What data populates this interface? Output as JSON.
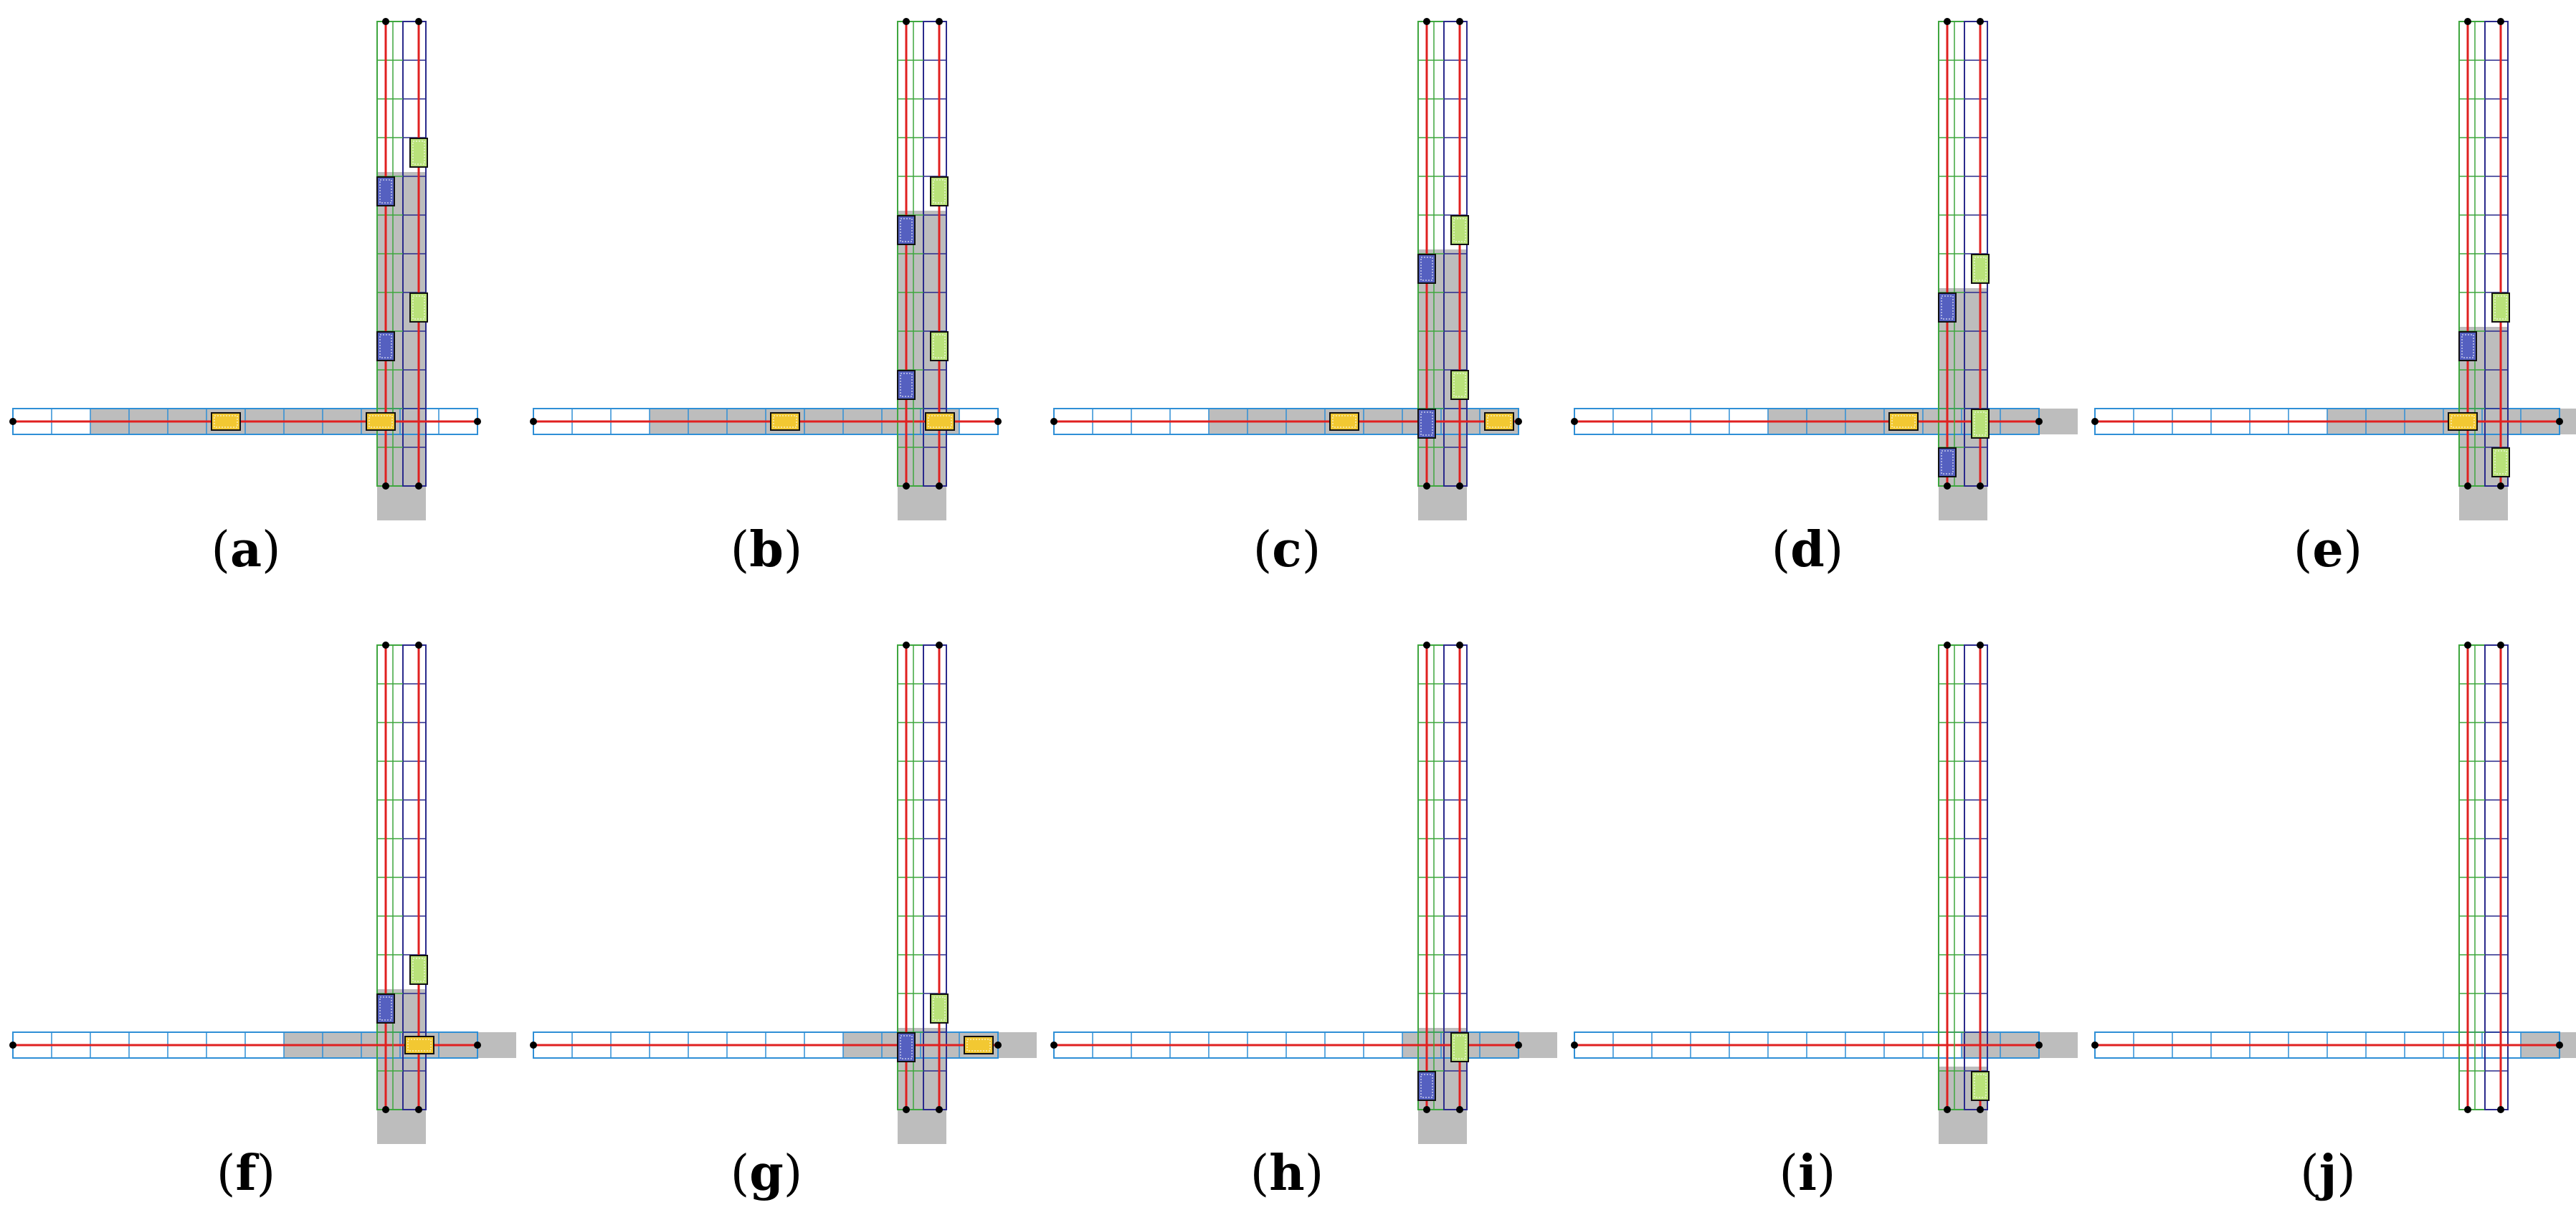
{
  "colors": {
    "horizontal_lane_outline": "#2F8FD6",
    "vertical_lane_left_outline": "#3FA63F",
    "vertical_lane_right_outline": "#2A2A8C",
    "center_line": "#E02020",
    "occupied_cell": "#BDBDBD",
    "vehicle_blue": "#5560C0",
    "vehicle_green": "#B9E27A",
    "vehicle_yellow": "#F2C832",
    "node": "#000000"
  },
  "panels": [
    {
      "id": "a",
      "label": "a",
      "h_occupied": [
        2,
        3,
        4,
        5,
        6,
        7,
        8,
        9
      ],
      "v_occupied": [
        4,
        5,
        6,
        7,
        8,
        9,
        10,
        11,
        12
      ],
      "vehicles": [
        {
          "type": "blue",
          "lane": 0,
          "pos": 4.5
        },
        {
          "type": "blue",
          "lane": 0,
          "pos": 8.5
        },
        {
          "type": "green",
          "lane": 1,
          "pos": 3.5
        },
        {
          "type": "green",
          "lane": 1,
          "pos": 7.5
        },
        {
          "type": "yellow",
          "lane": "h",
          "pos": 5.5
        },
        {
          "type": "yellow",
          "lane": "h",
          "pos": 9.5
        }
      ]
    },
    {
      "id": "b",
      "label": "b",
      "h_occupied": [
        3,
        4,
        5,
        6,
        7,
        8,
        9,
        10
      ],
      "v_occupied": [
        5,
        6,
        7,
        8,
        9,
        10,
        11,
        12
      ],
      "vehicles": [
        {
          "type": "blue",
          "lane": 0,
          "pos": 5.5
        },
        {
          "type": "blue",
          "lane": 0,
          "pos": 9.5
        },
        {
          "type": "green",
          "lane": 1,
          "pos": 4.5
        },
        {
          "type": "green",
          "lane": 1,
          "pos": 8.5
        },
        {
          "type": "yellow",
          "lane": "h",
          "pos": 6.5
        },
        {
          "type": "yellow",
          "lane": "h",
          "pos": 10.5
        }
      ]
    },
    {
      "id": "c",
      "label": "c",
      "h_occupied": [
        4,
        5,
        6,
        7,
        8,
        9,
        10,
        11
      ],
      "v_occupied": [
        6,
        7,
        8,
        9,
        10,
        11,
        12
      ],
      "vehicles": [
        {
          "type": "blue",
          "lane": 0,
          "pos": 6.5
        },
        {
          "type": "blue",
          "lane": 0,
          "pos": 10.5
        },
        {
          "type": "green",
          "lane": 1,
          "pos": 5.5
        },
        {
          "type": "green",
          "lane": 1,
          "pos": 9.5
        },
        {
          "type": "yellow",
          "lane": "h",
          "pos": 7.5
        },
        {
          "type": "yellow",
          "lane": "h",
          "pos": 11.5
        }
      ]
    },
    {
      "id": "d",
      "label": "d",
      "h_occupied": [
        5,
        6,
        7,
        8,
        9,
        10,
        11,
        12
      ],
      "v_occupied": [
        7,
        8,
        9,
        10,
        11,
        12
      ],
      "vehicles": [
        {
          "type": "blue",
          "lane": 0,
          "pos": 7.5
        },
        {
          "type": "blue",
          "lane": 0,
          "pos": 11.5
        },
        {
          "type": "green",
          "lane": 1,
          "pos": 6.5
        },
        {
          "type": "green",
          "lane": 1,
          "pos": 10.5
        },
        {
          "type": "yellow",
          "lane": "h",
          "pos": 8.5
        }
      ]
    },
    {
      "id": "e",
      "label": "e",
      "h_occupied": [
        6,
        7,
        8,
        9,
        10,
        11,
        12
      ],
      "v_occupied": [
        8,
        9,
        10,
        11,
        12
      ],
      "vehicles": [
        {
          "type": "blue",
          "lane": 0,
          "pos": 8.5
        },
        {
          "type": "green",
          "lane": 1,
          "pos": 7.5
        },
        {
          "type": "green",
          "lane": 1,
          "pos": 11.5
        },
        {
          "type": "yellow",
          "lane": "h",
          "pos": 9.5
        }
      ]
    },
    {
      "id": "f",
      "label": "f",
      "h_occupied": [
        7,
        8,
        9,
        10,
        11,
        12
      ],
      "v_occupied": [
        9,
        10,
        11,
        12
      ],
      "vehicles": [
        {
          "type": "blue",
          "lane": 0,
          "pos": 9.5
        },
        {
          "type": "green",
          "lane": 1,
          "pos": 8.5
        },
        {
          "type": "yellow",
          "lane": "h",
          "pos": 10.5
        }
      ]
    },
    {
      "id": "g",
      "label": "g",
      "h_occupied": [
        8,
        9,
        10,
        11,
        12
      ],
      "v_occupied": [
        10,
        11,
        12
      ],
      "vehicles": [
        {
          "type": "blue",
          "lane": 0,
          "pos": 10.5
        },
        {
          "type": "green",
          "lane": 1,
          "pos": 9.5
        },
        {
          "type": "yellow",
          "lane": "h",
          "pos": 11.5
        }
      ]
    },
    {
      "id": "h",
      "label": "h",
      "h_occupied": [
        9,
        10,
        11,
        12
      ],
      "v_occupied": [
        10,
        11,
        12
      ],
      "vehicles": [
        {
          "type": "blue",
          "lane": 0,
          "pos": 11.5
        },
        {
          "type": "green",
          "lane": 1,
          "pos": 10.5
        }
      ]
    },
    {
      "id": "i",
      "label": "i",
      "h_occupied": [
        10,
        11,
        12
      ],
      "v_occupied": [
        11,
        12
      ],
      "vehicles": [
        {
          "type": "green",
          "lane": 1,
          "pos": 11.5
        }
      ]
    },
    {
      "id": "j",
      "label": "j",
      "h_occupied": [
        11,
        12
      ],
      "v_occupied": [],
      "vehicles": []
    }
  ]
}
